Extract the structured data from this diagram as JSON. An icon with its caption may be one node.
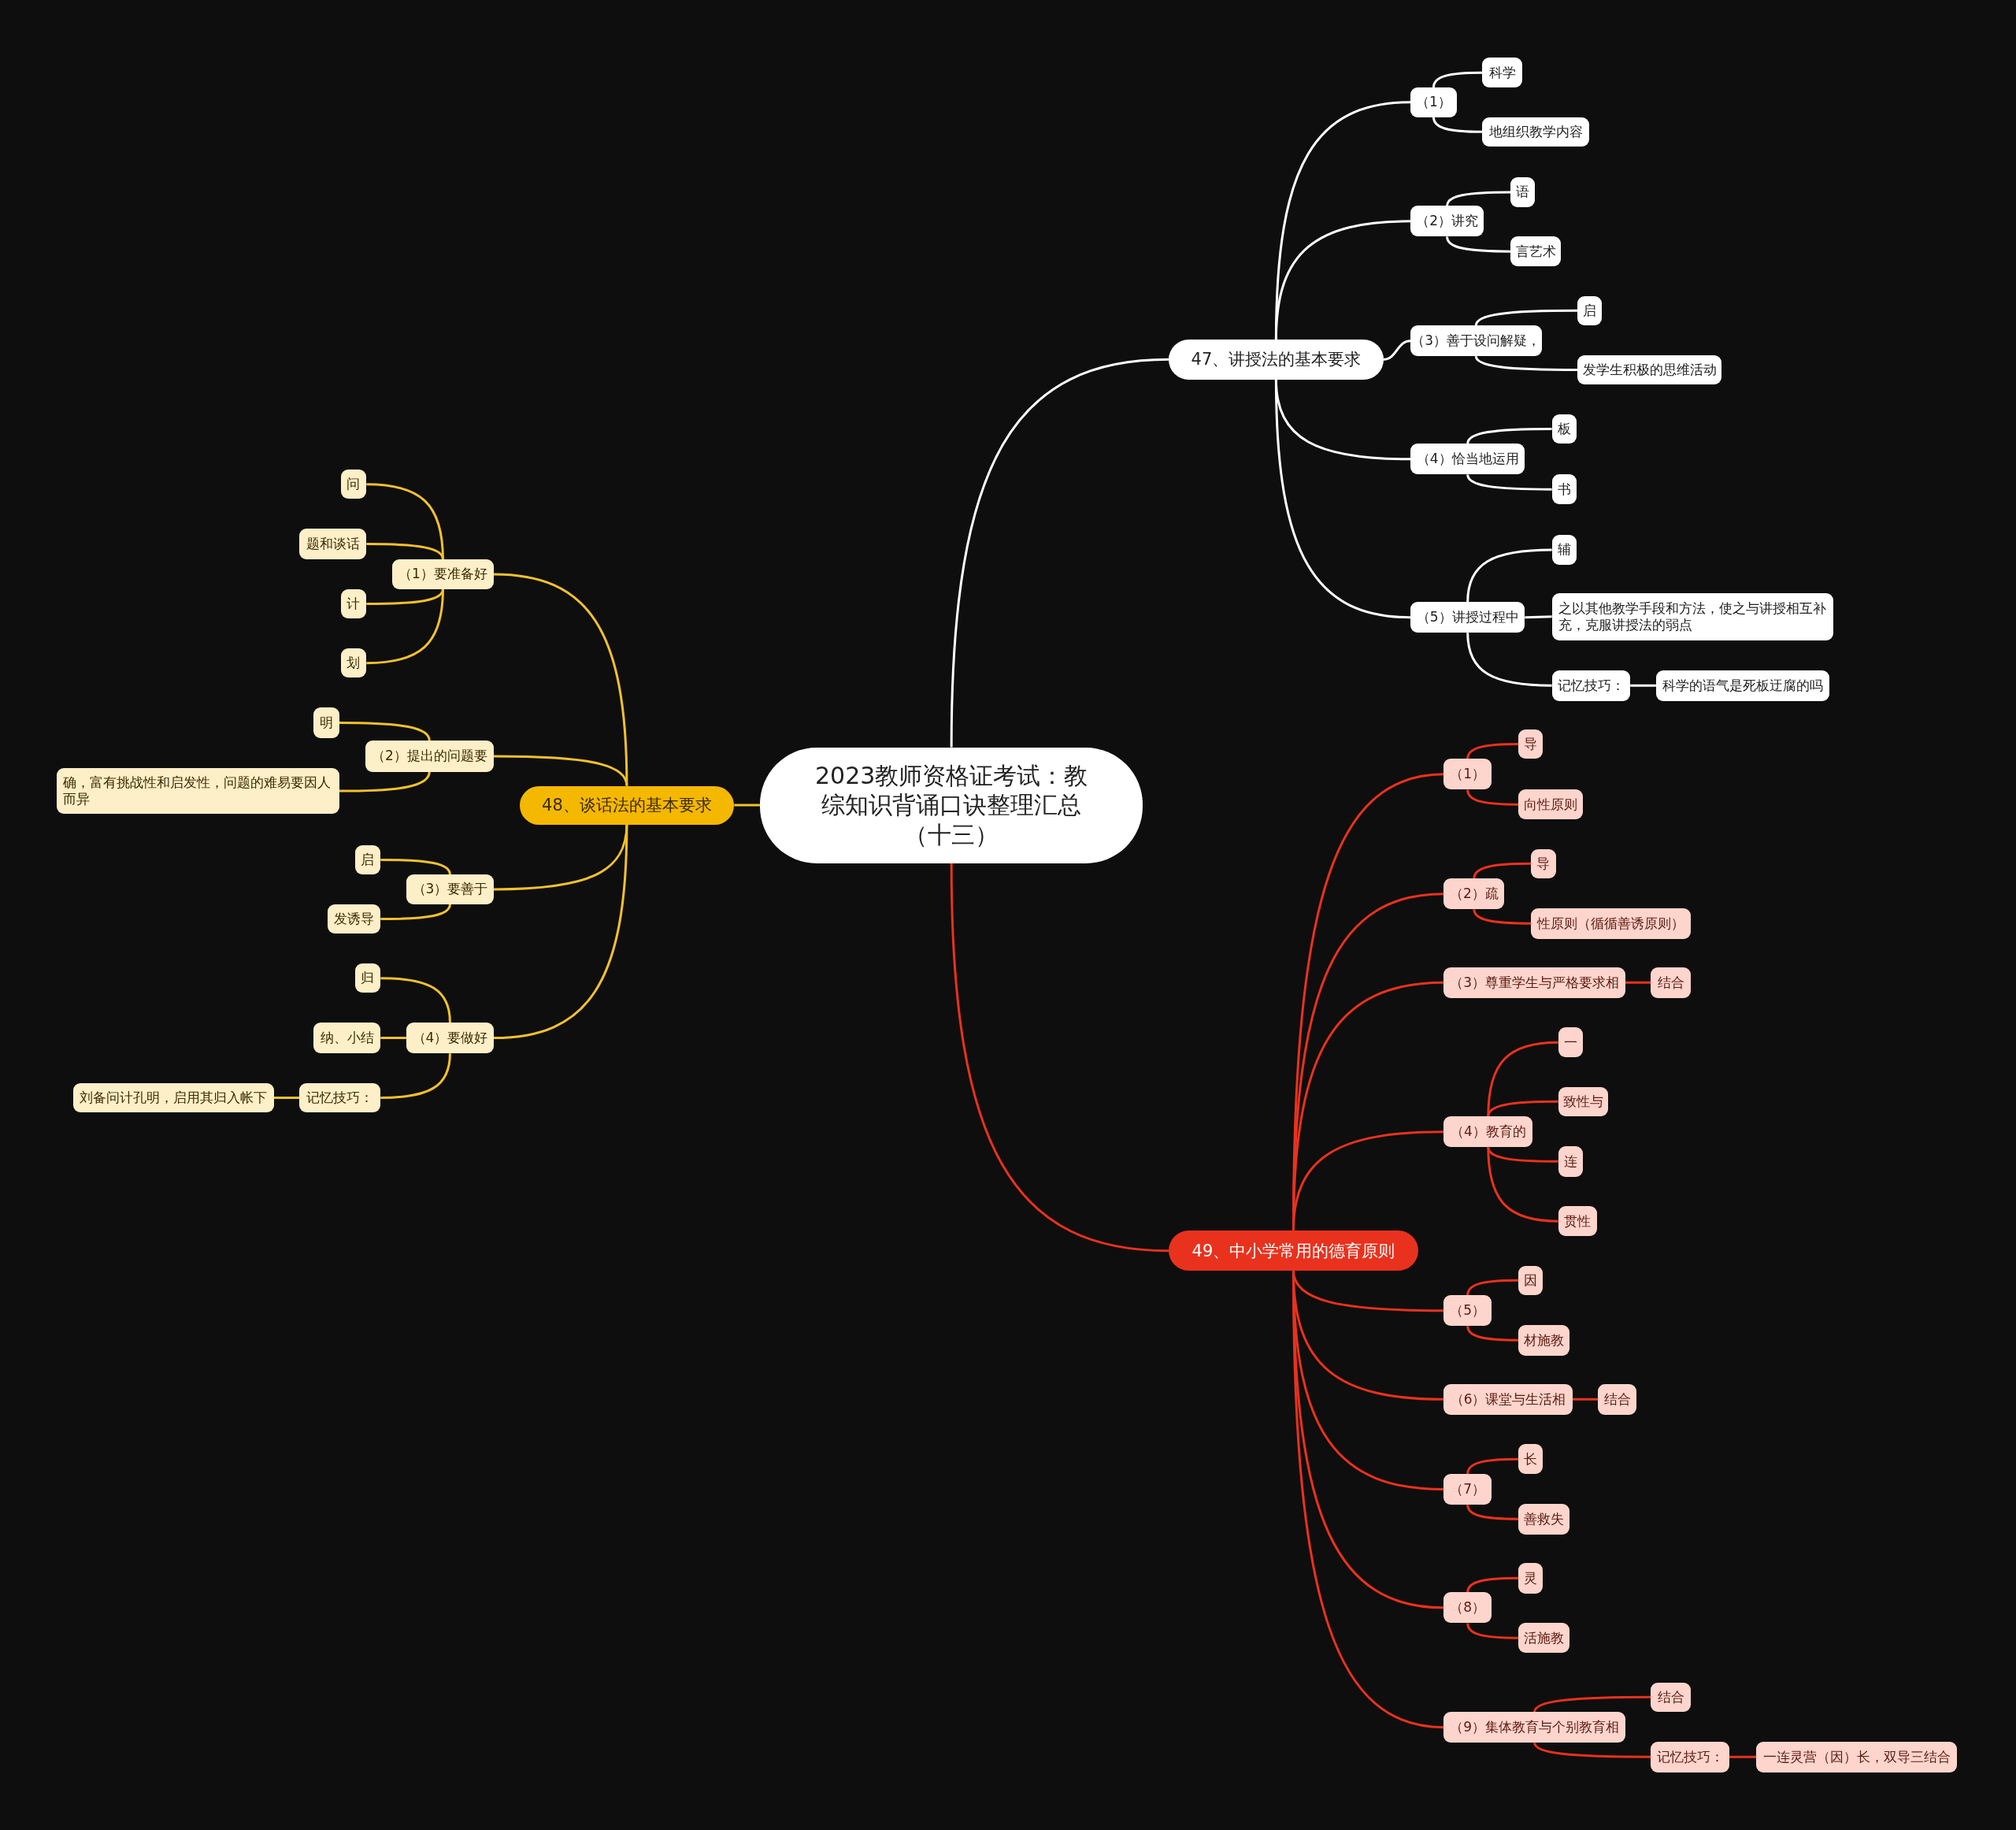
{
  "diagram": {
    "nodes": [
      {
        "text": [
          "2023教师资格证考试：教综知识背诵口诀整理汇总（十三）"
        ]
      },
      {
        "text": [
          "47、讲授法的基本要求"
        ]
      },
      {
        "text": [
          "（1）"
        ]
      },
      {
        "text": [
          "科学"
        ]
      },
      {
        "text": [
          "地组织教学内容"
        ]
      },
      {
        "text": [
          "（2）讲究"
        ]
      },
      {
        "text": [
          "语"
        ]
      },
      {
        "text": [
          "言艺术"
        ]
      },
      {
        "text": [
          "（3）善于设问解疑，"
        ]
      },
      {
        "text": [
          "启"
        ]
      },
      {
        "text": [
          "发学生积极的思维活动"
        ]
      },
      {
        "text": [
          "（4）恰当地运用"
        ]
      },
      {
        "text": [
          "板"
        ]
      },
      {
        "text": [
          "书"
        ]
      },
      {
        "text": [
          "（5）讲授过程中"
        ]
      },
      {
        "text": [
          "辅"
        ]
      },
      {
        "text": [
          "之以其他教学手段和方法，使之与讲授相互补充，克服讲授法的弱点"
        ]
      },
      {
        "text": [
          "记忆技巧："
        ]
      },
      {
        "text": [
          "科学的语气是死板迂腐的吗"
        ]
      },
      {
        "text": [
          "48、谈话法的基本要求"
        ]
      },
      {
        "text": [
          "（1）要准备好"
        ]
      },
      {
        "text": [
          "问"
        ]
      },
      {
        "text": [
          "题和谈话"
        ]
      },
      {
        "text": [
          "计"
        ]
      },
      {
        "text": [
          "划"
        ]
      },
      {
        "text": [
          "（2）提出的问题要"
        ]
      },
      {
        "text": [
          "明"
        ]
      },
      {
        "text": [
          "确，富有挑战性和启发性，问题的难易要因人而异"
        ]
      },
      {
        "text": [
          "（3）要善于"
        ]
      },
      {
        "text": [
          "启"
        ]
      },
      {
        "text": [
          "发诱导"
        ]
      },
      {
        "text": [
          "（4）要做好"
        ]
      },
      {
        "text": [
          "归"
        ]
      },
      {
        "text": [
          "纳、小结"
        ]
      },
      {
        "text": [
          "记忆技巧："
        ]
      },
      {
        "text": [
          "刘备问计孔明，启用其归入帐下"
        ]
      },
      {
        "text": [
          "49、中小学常用的德育原则"
        ]
      },
      {
        "text": [
          "（1）"
        ]
      },
      {
        "text": [
          "导"
        ]
      },
      {
        "text": [
          "向性原则"
        ]
      },
      {
        "text": [
          "（2）疏"
        ]
      },
      {
        "text": [
          "导"
        ]
      },
      {
        "text": [
          "性原则（循循善诱原则）"
        ]
      },
      {
        "text": [
          "（3）尊重学生与严格要求相"
        ]
      },
      {
        "text": [
          "结合"
        ]
      },
      {
        "text": [
          "（4）教育的"
        ]
      },
      {
        "text": [
          "一"
        ]
      },
      {
        "text": [
          "致性与"
        ]
      },
      {
        "text": [
          "连"
        ]
      },
      {
        "text": [
          "贯性"
        ]
      },
      {
        "text": [
          "（5）"
        ]
      },
      {
        "text": [
          "因"
        ]
      },
      {
        "text": [
          "材施教"
        ]
      },
      {
        "text": [
          "（6）课堂与生活相"
        ]
      },
      {
        "text": [
          "结合"
        ]
      },
      {
        "text": [
          "（7）"
        ]
      },
      {
        "text": [
          "长"
        ]
      },
      {
        "text": [
          "善救失"
        ]
      },
      {
        "text": [
          "（8）"
        ]
      },
      {
        "text": [
          "灵"
        ]
      },
      {
        "text": [
          "活施教"
        ]
      },
      {
        "text": [
          "（9）集体教育与个别教育相"
        ]
      },
      {
        "text": [
          "结合"
        ]
      },
      {
        "text": [
          "记忆技巧："
        ]
      },
      {
        "text": [
          "一连灵营（因）长，双导三结合"
        ]
      }
    ],
    "edges": [
      {
        "from": 0,
        "to": 1,
        "arrow": "none",
        "color": "#ffffff"
      },
      {
        "from": 1,
        "to": 2,
        "arrow": "none",
        "color": "#ffffff"
      },
      {
        "from": 2,
        "to": 3,
        "arrow": "none",
        "color": "#ffffff"
      },
      {
        "from": 2,
        "to": 4,
        "arrow": "none",
        "color": "#ffffff"
      },
      {
        "from": 1,
        "to": 5,
        "arrow": "none",
        "color": "#ffffff"
      },
      {
        "from": 5,
        "to": 6,
        "arrow": "none",
        "color": "#ffffff"
      },
      {
        "from": 5,
        "to": 7,
        "arrow": "none",
        "color": "#ffffff"
      },
      {
        "from": 1,
        "to": 8,
        "arrow": "none",
        "color": "#ffffff"
      },
      {
        "from": 8,
        "to": 9,
        "arrow": "none",
        "color": "#ffffff"
      },
      {
        "from": 8,
        "to": 10,
        "arrow": "none",
        "color": "#ffffff"
      },
      {
        "from": 1,
        "to": 11,
        "arrow": "none",
        "color": "#ffffff"
      },
      {
        "from": 11,
        "to": 12,
        "arrow": "none",
        "color": "#ffffff"
      },
      {
        "from": 11,
        "to": 13,
        "arrow": "none",
        "color": "#ffffff"
      },
      {
        "from": 1,
        "to": 14,
        "arrow": "none",
        "color": "#ffffff"
      },
      {
        "from": 14,
        "to": 15,
        "arrow": "none",
        "color": "#ffffff"
      },
      {
        "from": 14,
        "to": 16,
        "arrow": "none",
        "color": "#ffffff"
      },
      {
        "from": 14,
        "to": 17,
        "arrow": "none",
        "color": "#ffffff"
      },
      {
        "from": 17,
        "to": 18,
        "arrow": "none",
        "color": "#ffffff"
      },
      {
        "from": 0,
        "to": 19,
        "arrow": "none",
        "color": "#f2c12e"
      },
      {
        "from": 19,
        "to": 20,
        "arrow": "none",
        "color": "#f2c12e"
      },
      {
        "from": 20,
        "to": 21,
        "arrow": "none",
        "color": "#f2c12e"
      },
      {
        "from": 20,
        "to": 22,
        "arrow": "none",
        "color": "#f2c12e"
      },
      {
        "from": 20,
        "to": 23,
        "arrow": "none",
        "color": "#f2c12e"
      },
      {
        "from": 20,
        "to": 24,
        "arrow": "none",
        "color": "#f2c12e"
      },
      {
        "from": 19,
        "to": 25,
        "arrow": "none",
        "color": "#f2c12e"
      },
      {
        "from": 25,
        "to": 26,
        "arrow": "none",
        "color": "#f2c12e"
      },
      {
        "from": 25,
        "to": 27,
        "arrow": "none",
        "color": "#f2c12e"
      },
      {
        "from": 19,
        "to": 28,
        "arrow": "none",
        "color": "#f2c12e"
      },
      {
        "from": 28,
        "to": 29,
        "arrow": "none",
        "color": "#f2c12e"
      },
      {
        "from": 28,
        "to": 30,
        "arrow": "none",
        "color": "#f2c12e"
      },
      {
        "from": 19,
        "to": 31,
        "arrow": "none",
        "color": "#f2c12e"
      },
      {
        "from": 31,
        "to": 32,
        "arrow": "none",
        "color": "#f2c12e"
      },
      {
        "from": 31,
        "to": 33,
        "arrow": "none",
        "color": "#f2c12e"
      },
      {
        "from": 31,
        "to": 34,
        "arrow": "none",
        "color": "#f2c12e"
      },
      {
        "from": 34,
        "to": 35,
        "arrow": "none",
        "color": "#f2c12e"
      },
      {
        "from": 0,
        "to": 36,
        "arrow": "none"
      },
      {
        "from": 36,
        "to": 37,
        "arrow": "none"
      },
      {
        "from": 37,
        "to": 38,
        "arrow": "none"
      },
      {
        "from": 37,
        "to": 39,
        "arrow": "none"
      },
      {
        "from": 36,
        "to": 40,
        "arrow": "none"
      },
      {
        "from": 40,
        "to": 41,
        "arrow": "none"
      },
      {
        "from": 40,
        "to": 42,
        "arrow": "none"
      },
      {
        "from": 36,
        "to": 43,
        "arrow": "none"
      },
      {
        "from": 43,
        "to": 44,
        "arrow": "none"
      },
      {
        "from": 36,
        "to": 45,
        "arrow": "none"
      },
      {
        "from": 45,
        "to": 46,
        "arrow": "none"
      },
      {
        "from": 45,
        "to": 47,
        "arrow": "none"
      },
      {
        "from": 45,
        "to": 48,
        "arrow": "none"
      },
      {
        "from": 45,
        "to": 49,
        "arrow": "none"
      },
      {
        "from": 36,
        "to": 50,
        "arrow": "none"
      },
      {
        "from": 50,
        "to": 51,
        "arrow": "none"
      },
      {
        "from": 50,
        "to": 52,
        "arrow": "none"
      },
      {
        "from": 36,
        "to": 53,
        "arrow": "none"
      },
      {
        "from": 53,
        "to": 54,
        "arrow": "none"
      },
      {
        "from": 36,
        "to": 55,
        "arrow": "none"
      },
      {
        "from": 55,
        "to": 56,
        "arrow": "none"
      },
      {
        "from": 55,
        "to": 57,
        "arrow": "none"
      },
      {
        "from": 36,
        "to": 58,
        "arrow": "none"
      },
      {
        "from": 58,
        "to": 59,
        "arrow": "none"
      },
      {
        "from": 58,
        "to": 60,
        "arrow": "none"
      },
      {
        "from": 36,
        "to": 61,
        "arrow": "none"
      },
      {
        "from": 61,
        "to": 62,
        "arrow": "none"
      },
      {
        "from": 61,
        "to": 63,
        "arrow": "none"
      },
      {
        "from": 63,
        "to": 64,
        "arrow": "none"
      }
    ]
  }
}
